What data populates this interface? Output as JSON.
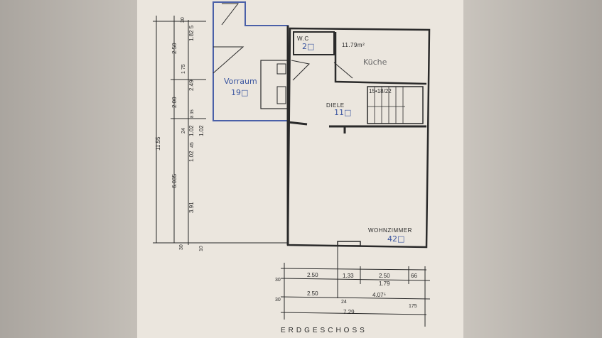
{
  "plan": {
    "title": "ERDGESCHOSS",
    "rooms": {
      "wc": {
        "label": "W.C",
        "area": "2□"
      },
      "kueche": {
        "label": "Küche",
        "area": "11.79m²"
      },
      "vorraum": {
        "label": "Vorraum",
        "area": "19□"
      },
      "diele": {
        "label": "DIELE",
        "area": "11□"
      },
      "wohnzimmer": {
        "label": "WOHNZIMMER",
        "area": "42□"
      },
      "stairs": {
        "label": "15•18/22"
      }
    },
    "left_dimensions": {
      "total": "11.55",
      "outer": [
        "2.50",
        "2.00",
        "6.035"
      ],
      "inner": [
        "1.82 5",
        "2.49",
        "8 35",
        "1.02",
        "1.02",
        "3.91"
      ],
      "small": [
        "30",
        "1 75",
        "24",
        "45",
        "1.02",
        "30",
        "10"
      ]
    },
    "bottom_dimensions": {
      "row1": [
        "2.50",
        "1.33",
        "2.50",
        "66"
      ],
      "row1_sub": "1.79",
      "row2": [
        "2.50",
        "4.07⁵"
      ],
      "small": [
        "30",
        "30",
        "24",
        "175"
      ],
      "total": "7.29"
    }
  },
  "colors": {
    "paper": "#ebe6de",
    "ink": "#2a2a2a",
    "blue": "#3a55a0"
  }
}
